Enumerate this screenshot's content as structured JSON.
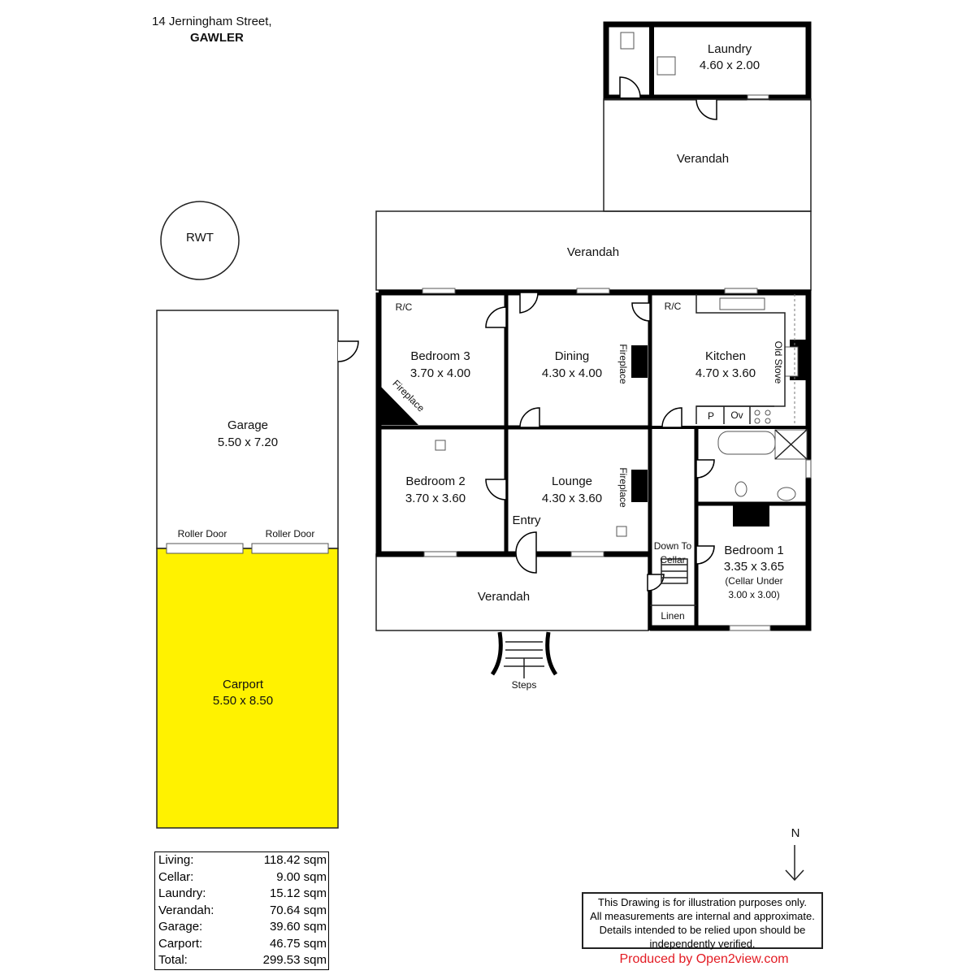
{
  "header": {
    "address": "14 Jerningham Street,",
    "suburb": "GAWLER"
  },
  "rooms": {
    "laundry": {
      "name": "Laundry",
      "size": "4.60 x 2.00"
    },
    "verandah_rear": {
      "name": "Verandah"
    },
    "verandah_main": {
      "name": "Verandah"
    },
    "verandah_front": {
      "name": "Verandah"
    },
    "bedroom3": {
      "name": "Bedroom 3",
      "size": "3.70 x 4.00"
    },
    "dining": {
      "name": "Dining",
      "size": "4.30 x 4.00"
    },
    "kitchen": {
      "name": "Kitchen",
      "size": "4.70 x 3.60"
    },
    "bedroom2": {
      "name": "Bedroom 2",
      "size": "3.70 x 3.60"
    },
    "lounge": {
      "name": "Lounge",
      "size": "4.30 x 3.60"
    },
    "bedroom1": {
      "name": "Bedroom 1",
      "size": "3.35 x 3.65",
      "note1": "(Cellar Under",
      "note2": "3.00 x 3.00)"
    },
    "garage": {
      "name": "Garage",
      "size": "5.50 x 7.20"
    },
    "carport": {
      "name": "Carport",
      "size": "5.50 x 8.50"
    }
  },
  "labels": {
    "rwt": "RWT",
    "rc1": "R/C",
    "rc2": "R/C",
    "fireplace1": "Fireplace",
    "fireplace2": "Fireplace",
    "fireplace3": "Fireplace",
    "old_stove": "Old Stove",
    "pantry": "P",
    "oven": "Ov",
    "entry": "Entry",
    "down1": "Down To",
    "down2": "Cellar",
    "linen": "Linen",
    "roller1": "Roller Door",
    "roller2": "Roller Door",
    "steps": "Steps",
    "north": "N"
  },
  "colors": {
    "carport": "#fff200",
    "credit": "#e31b23"
  },
  "areas": [
    {
      "label": "Living:",
      "value": "118.42 sqm"
    },
    {
      "label": "Cellar:",
      "value": "9.00 sqm"
    },
    {
      "label": "Laundry:",
      "value": "15.12 sqm"
    },
    {
      "label": "Verandah:",
      "value": "70.64 sqm"
    },
    {
      "label": "Garage:",
      "value": "39.60 sqm"
    },
    {
      "label": "Carport:",
      "value": "46.75 sqm"
    },
    {
      "label": "Total:",
      "value": "299.53 sqm"
    }
  ],
  "disclaimer": [
    "This Drawing is for illustration purposes only.",
    "All measurements are internal and  approximate.",
    "Details intended to be relied upon should be",
    "independently verified."
  ],
  "credit": "Produced by Open2view.com"
}
